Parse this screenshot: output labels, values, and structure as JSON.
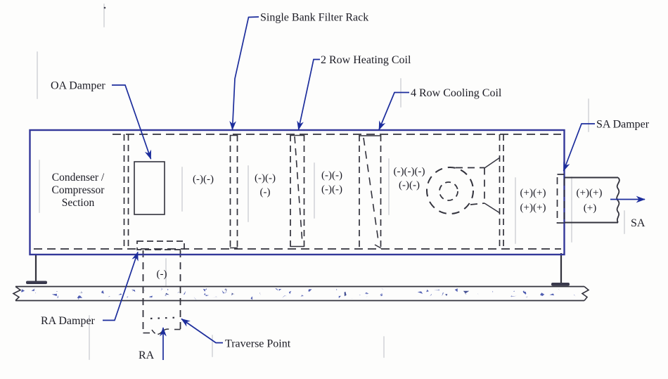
{
  "diagram": {
    "component_labels": {
      "single_bank_filter_rack": "Single Bank Filter Rack",
      "two_row_heating_coil": "2 Row Heating Coil",
      "four_row_cooling_coil": "4 Row Cooling Coil",
      "oa_damper": "OA Damper",
      "sa_damper": "SA Damper",
      "ra_damper": "RA Damper",
      "traverse_point": "Traverse Point",
      "return_air": "RA",
      "supply_air": "SA"
    },
    "condenser_section": [
      "Condenser /",
      "Compressor",
      "Section"
    ],
    "pressures": {
      "after_oa_damper": [
        "(-)(-)"
      ],
      "after_filter": [
        "(-)(-)",
        "(-)"
      ],
      "after_heating_coil": [
        "(-)(-)",
        "(-)(-)"
      ],
      "fan_inlet": [
        "(-)(-)(-)",
        "(-)(-)"
      ],
      "fan_discharge": [
        "(+)(+)",
        "(+)(+)"
      ],
      "sa_duct": [
        "(+)(+)",
        "(+)"
      ],
      "ra_duct": [
        "(-)"
      ]
    },
    "colors": {
      "cabinet_ink": "#34389a",
      "detail_ink": "#32323c",
      "leader_blue": "#1c2d9c",
      "speckle_blue": "#3243a4",
      "text_ink": "#1b1b24",
      "paper": "#fdfdfc"
    }
  }
}
